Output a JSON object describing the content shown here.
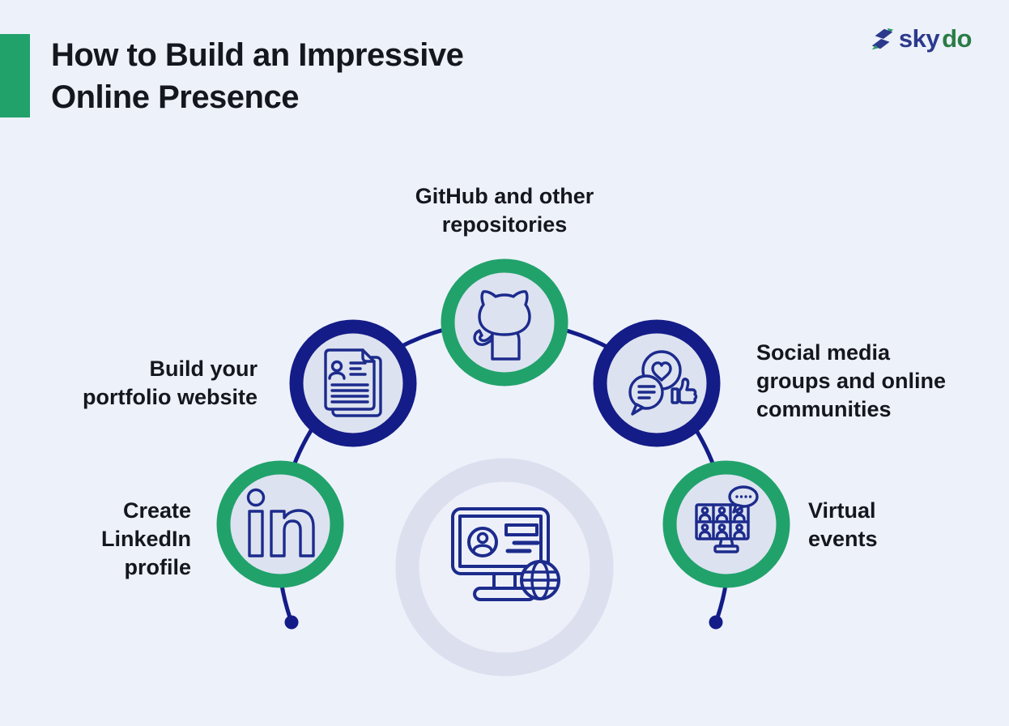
{
  "page": {
    "title": "How to Build an Impressive\nOnline Presence"
  },
  "logo": {
    "brand_blue_part": "sky",
    "brand_green_part": "do",
    "icon": "skydo-logo-icon"
  },
  "diagram": {
    "center_icon": "online-profile-monitor-globe-icon",
    "nodes": [
      {
        "id": "create-linkedin-profile",
        "label": "Create\nLinkedIn\nprofile",
        "ring": "green",
        "icon": "linkedin-icon"
      },
      {
        "id": "build-portfolio-website",
        "label": "Build your\nportfolio website",
        "ring": "navy",
        "icon": "resume-documents-icon"
      },
      {
        "id": "github-repositories",
        "label": "GitHub and other\nrepositories",
        "ring": "green",
        "icon": "github-octocat-icon"
      },
      {
        "id": "social-media-groups",
        "label": "Social media\ngroups and online\ncommunities",
        "ring": "navy",
        "icon": "social-engagement-icon"
      },
      {
        "id": "virtual-events",
        "label": "Virtual\nevents",
        "ring": "green",
        "icon": "video-conference-icon"
      }
    ]
  },
  "colors": {
    "background": "#edf1fa",
    "green": "#21a26b",
    "navy": "#131c87",
    "icon_stroke": "#1c2b8c",
    "node_inner": "#dde2f0",
    "center_ring": "#dbdfee",
    "center_inner": "#edf0f9",
    "text": "#15171e",
    "logo_blue": "#2c3a8d",
    "logo_green": "#2a7c46",
    "accent_bar": "#21a26b"
  }
}
